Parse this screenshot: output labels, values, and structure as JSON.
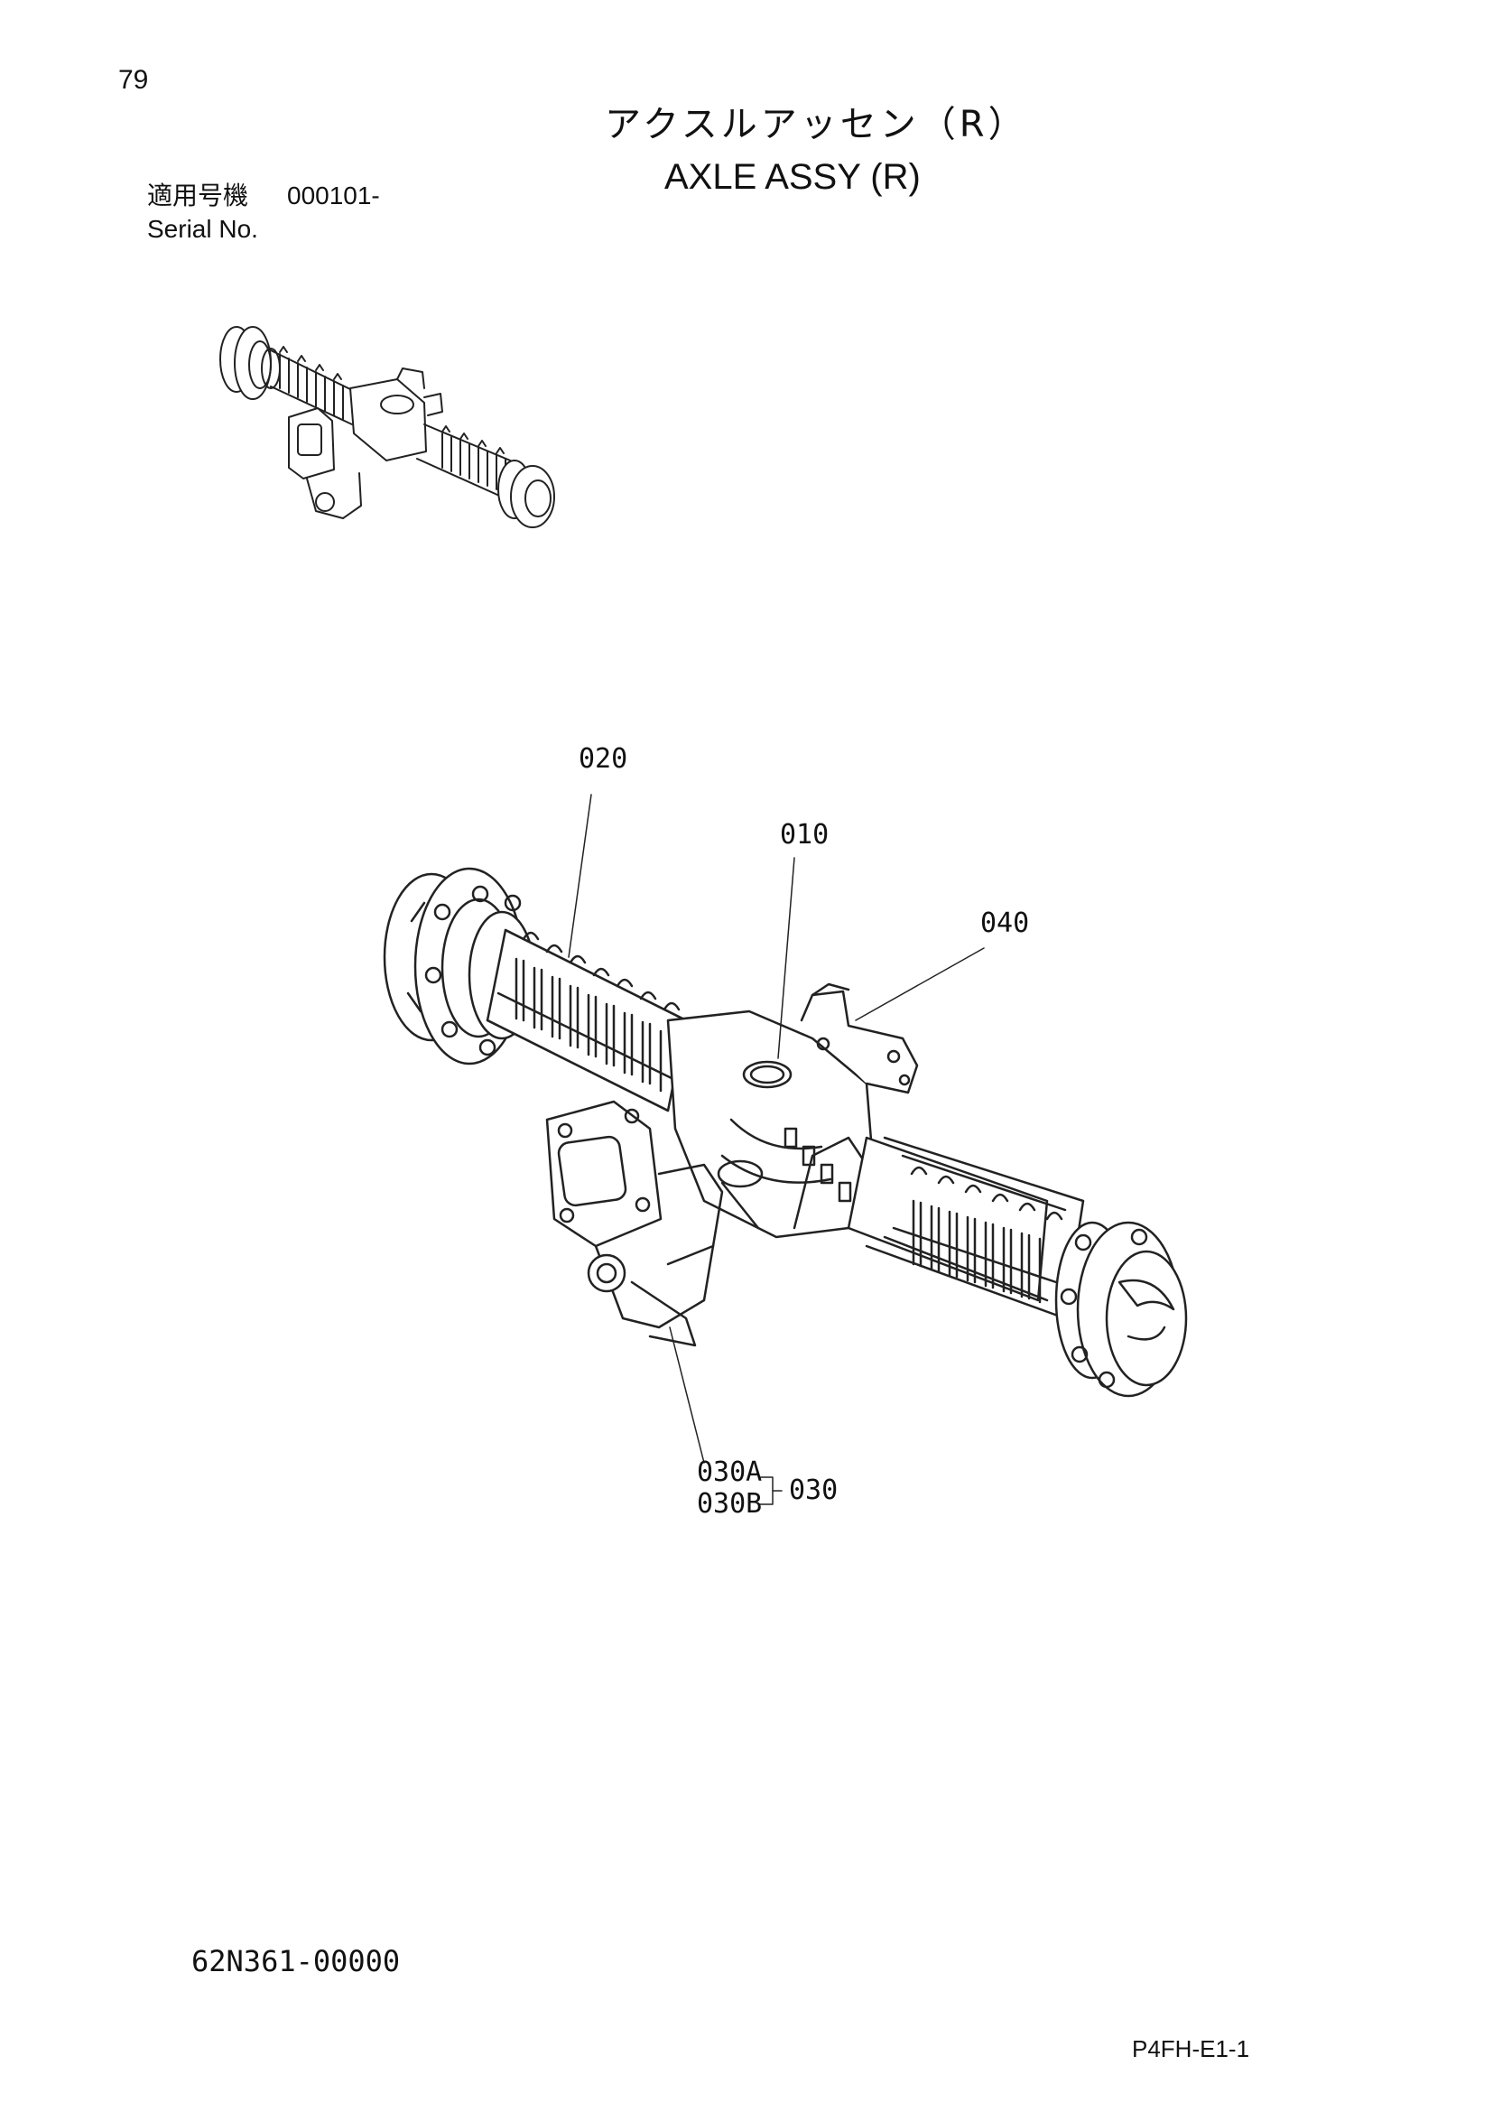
{
  "page": {
    "number": "79",
    "title_ja": "アクスルアッセン（R）",
    "title_en": "AXLE ASSY (R)",
    "serial_label_ja": "適用号機",
    "serial_value": "000101-",
    "serial_label_en": "Serial No.",
    "drawing_number": "62N361-00000",
    "page_code": "P4FH-E1-1"
  },
  "callouts": {
    "c020": "020",
    "c010": "010",
    "c040": "040",
    "c030a": "030A",
    "c030b": "030B",
    "c030": "030"
  },
  "colors": {
    "line": "#222222",
    "background": "#ffffff"
  }
}
